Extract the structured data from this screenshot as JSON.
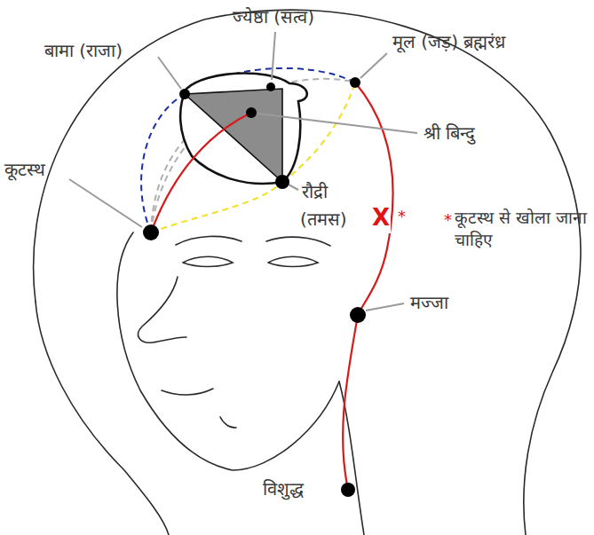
{
  "diagram": {
    "labels": [
      "ज्येष्ठा (सत्व)",
      "बामा (राजा)",
      "मूल (जड़) ब्रह्मरंध्र",
      "श्री बिन्दु",
      "कूटस्थ",
      "रौद्री",
      "(तमस)",
      "X",
      "*",
      "*",
      "कूटस्थ से खोला जाना चाहिए",
      "मज्जा",
      "विशुद्ध"
    ]
  }
}
